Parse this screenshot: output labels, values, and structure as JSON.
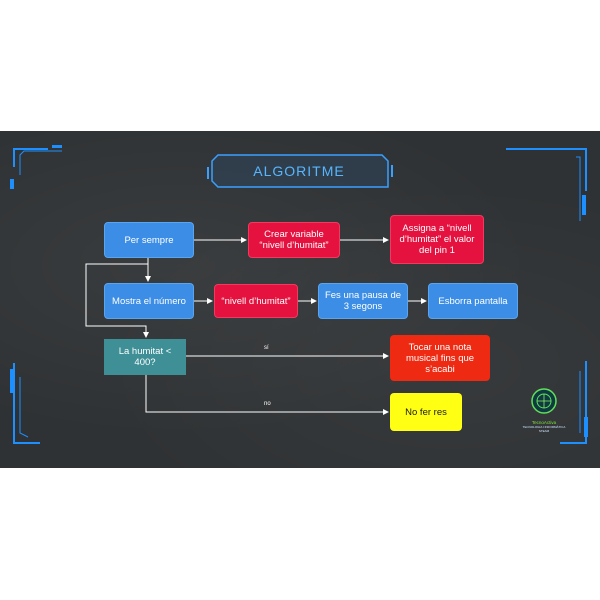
{
  "title": "ALGORITME",
  "nodes": {
    "per_sempre": "Per sempre",
    "crear_variable": "Crear variable “nivell d’humitat”",
    "assigna": "Assigna a “nivell d’humitat” el valor del pin 1",
    "mostra": "Mostra el número",
    "nivell": "“nivell d’humitat”",
    "pausa": "Fes una pausa de 3 segons",
    "esborra": "Esborra pantalla",
    "condicio": "La humitat < 400?",
    "tocar": "Tocar una nota musical fins que s’acabi",
    "no_fer": "No fer res"
  },
  "edge_labels": {
    "yes": "sí",
    "no": "no"
  },
  "logo": {
    "name": "TecnoActiva",
    "tagline": "TECNOLOGIA I INFORMÀTICA STEAM"
  },
  "colors": {
    "background": "#2f3234",
    "accent_frame": "#1e8fff",
    "blue": "#3b8de6",
    "red": "#e5123f",
    "orange_red": "#ee2a12",
    "teal": "#3f8f96",
    "yellow": "#ffff14"
  }
}
